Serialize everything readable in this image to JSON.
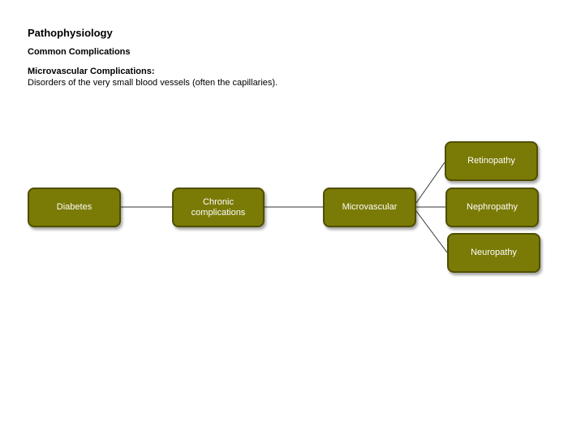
{
  "header": {
    "title": "Pathophysiology",
    "subtitle": "Common Complications",
    "section_heading": "Microvascular Complications:",
    "section_desc": "Disorders of the very small blood vessels (often the capillaries)."
  },
  "diagram": {
    "node_color": "#7a7a06",
    "border_color": "#4f4f00",
    "nodes": {
      "diabetes": "Diabetes",
      "chronic": "Chronic complications",
      "microvascular": "Microvascular",
      "retinopathy": "Retinopathy",
      "nephropathy": "Nephropathy",
      "neuropathy": "Neuropathy"
    }
  }
}
